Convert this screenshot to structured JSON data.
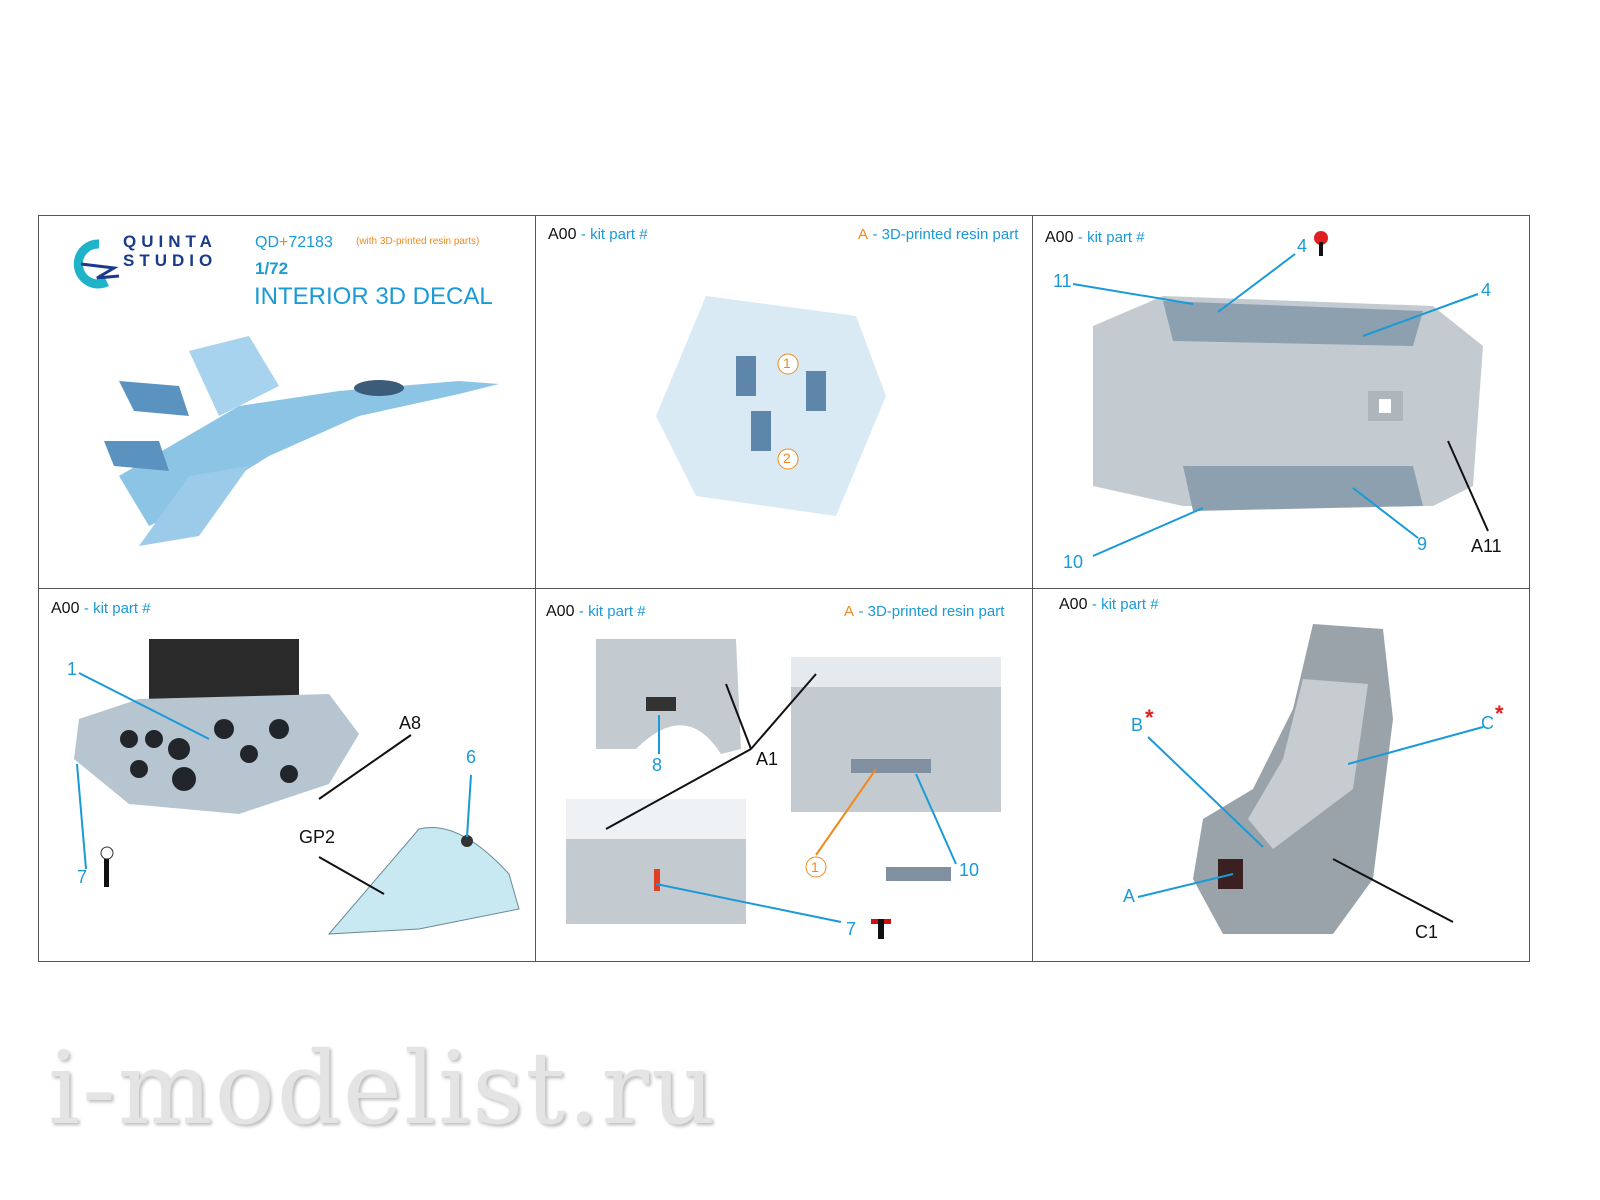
{
  "brand": {
    "line1": "QUINTA",
    "line2": "STUDIO"
  },
  "product": {
    "code_prefix": "QD",
    "code_plus": "+",
    "code_number": "72183",
    "note": "(with 3D-printed resin parts)",
    "scale": "1/72",
    "title": "INTERIOR 3D DECAL"
  },
  "legend": {
    "kit_code": "A00",
    "kit_text": "- kit part #",
    "resin_code": "A",
    "resin_text": "- 3D-printed resin part"
  },
  "panels": {
    "p3": {
      "labels": [
        "4",
        "4",
        "11",
        "10",
        "9",
        "A11"
      ]
    },
    "p4": {
      "labels": [
        "1",
        "7",
        "A8",
        "6",
        "GP2"
      ]
    },
    "p5": {
      "labels": [
        "8",
        "A1",
        "1",
        "10",
        "7"
      ]
    },
    "p6": {
      "labels": [
        "B",
        "C",
        "A",
        "C1",
        "*",
        "*"
      ]
    },
    "p2": {
      "labels": [
        "1",
        "2"
      ]
    }
  },
  "colors": {
    "blue": "#1a9ad6",
    "orange": "#f08a1c",
    "red": "#e02020",
    "navy": "#1a3a8a"
  },
  "watermark": "i-modelist.ru"
}
